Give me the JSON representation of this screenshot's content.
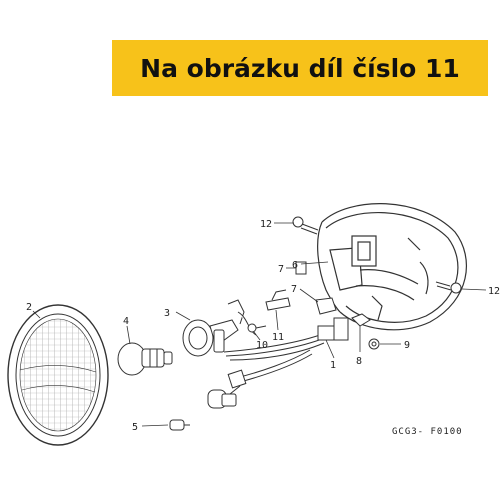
{
  "banner": {
    "text": "Na obrázku díl číslo 11",
    "color": "#f7c21a"
  },
  "callouts": {
    "c1": "1",
    "c2": "2",
    "c3": "3",
    "c4": "4",
    "c5": "5",
    "c6": "6",
    "c7a": "7",
    "c7b": "7",
    "c8": "8",
    "c9": "9",
    "c10": "10",
    "c11": "11",
    "c12a": "12",
    "c12b": "12"
  },
  "diagram_code": "GCG3- F0100",
  "colors": {
    "line": "#333333",
    "banner_text": "#111111"
  }
}
